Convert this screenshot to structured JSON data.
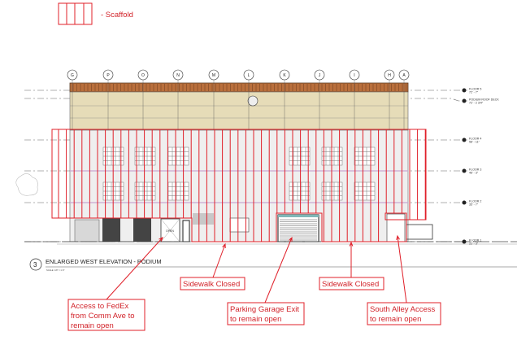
{
  "legend": {
    "label": "- Scaffold",
    "color": "#e0202a"
  },
  "grid_lines": [
    "G",
    "P",
    "O",
    "N",
    "M",
    "L",
    "K",
    "J",
    "I",
    "H",
    "A"
  ],
  "levels": [
    {
      "name": "FLOOR 5",
      "elev": "72' - 7\""
    },
    {
      "name": "PODIUM ROOF DECK",
      "elev": "72' - 2 3/4\""
    },
    {
      "name": "FLOOR 4",
      "elev": "58' - 11\""
    },
    {
      "name": "FLOOR 3",
      "elev": "46' - 3\""
    },
    {
      "name": "FLOOR 2",
      "elev": "35' - 7\""
    },
    {
      "name": "FLOOR 1",
      "elev": "22' - 3\""
    }
  ],
  "view": {
    "number": "3",
    "title": "ENLARGED WEST ELEVATION - PODIUM",
    "scale": "SCALE: 1/8\" = 1'-0\""
  },
  "door_label": "OPEN",
  "callouts": {
    "sidewalk1": [
      "Sidewalk Closed"
    ],
    "sidewalk2": [
      "Sidewalk Closed"
    ],
    "fedex": [
      "Access to FedEx",
      "from Comm Ave to",
      "remain open"
    ],
    "garage": [
      "Parking Garage Exit",
      "to remain open"
    ],
    "alley": [
      "South Alley Access",
      "to remain open"
    ]
  }
}
